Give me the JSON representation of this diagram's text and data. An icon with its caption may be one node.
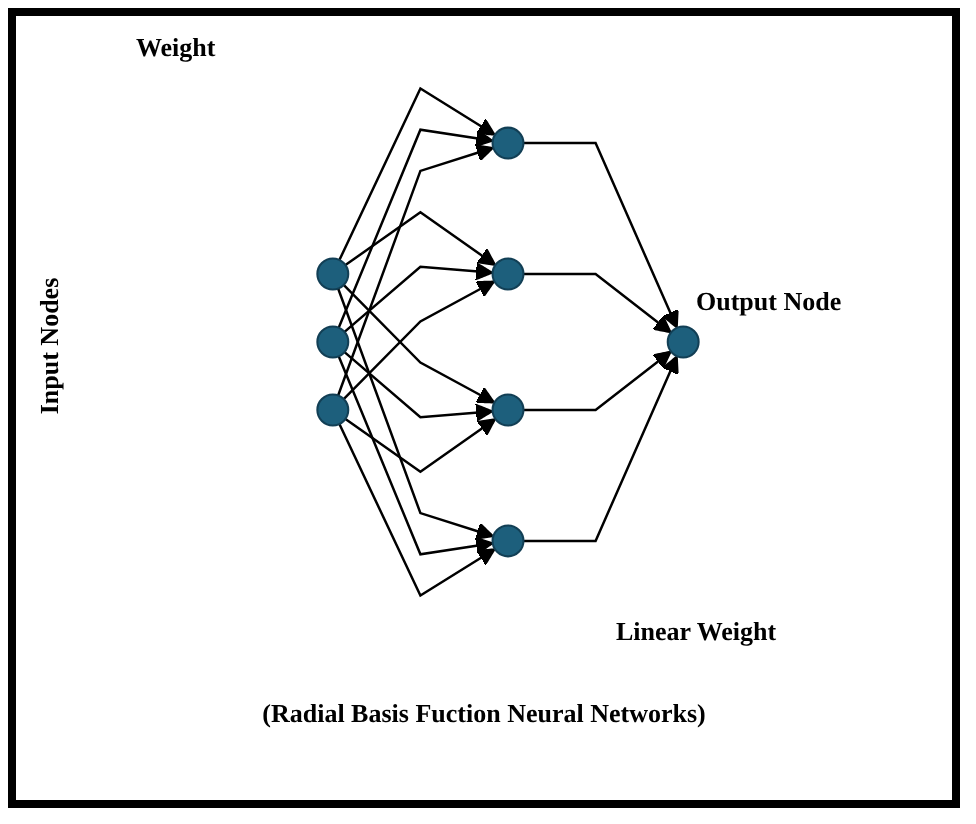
{
  "diagram": {
    "caption": "(Radial Basis Fuction Neural Networks)",
    "nodes": [
      {
        "text": [],
        "shape": "circle"
      },
      {
        "text": [],
        "shape": "circle"
      },
      {
        "text": [],
        "shape": "circle"
      },
      {
        "text": [],
        "shape": "circle"
      },
      {
        "text": [],
        "shape": "circle"
      },
      {
        "text": [],
        "shape": "circle"
      },
      {
        "text": [],
        "shape": "circle"
      },
      {
        "text": [],
        "shape": "circle"
      }
    ],
    "edges": [
      {
        "from": 0,
        "to": 3,
        "arrow": "to"
      },
      {
        "from": 0,
        "to": 4,
        "arrow": "to"
      },
      {
        "from": 0,
        "to": 5,
        "arrow": "to"
      },
      {
        "from": 0,
        "to": 6,
        "arrow": "to"
      },
      {
        "from": 1,
        "to": 3,
        "arrow": "to"
      },
      {
        "from": 1,
        "to": 4,
        "arrow": "to"
      },
      {
        "from": 1,
        "to": 5,
        "arrow": "to"
      },
      {
        "from": 1,
        "to": 6,
        "arrow": "to"
      },
      {
        "from": 2,
        "to": 3,
        "arrow": "to"
      },
      {
        "from": 2,
        "to": 4,
        "arrow": "to"
      },
      {
        "from": 2,
        "to": 5,
        "arrow": "to"
      },
      {
        "from": 2,
        "to": 6,
        "arrow": "to"
      },
      {
        "from": 3,
        "to": 7,
        "arrow": "to"
      },
      {
        "from": 4,
        "to": 7,
        "arrow": "to"
      },
      {
        "from": 5,
        "to": 7,
        "arrow": "to"
      },
      {
        "from": 6,
        "to": 7,
        "arrow": "to"
      }
    ],
    "labels": [
      "Weight",
      "Input Nodes",
      "Output Node",
      "Linear Weight"
    ]
  }
}
